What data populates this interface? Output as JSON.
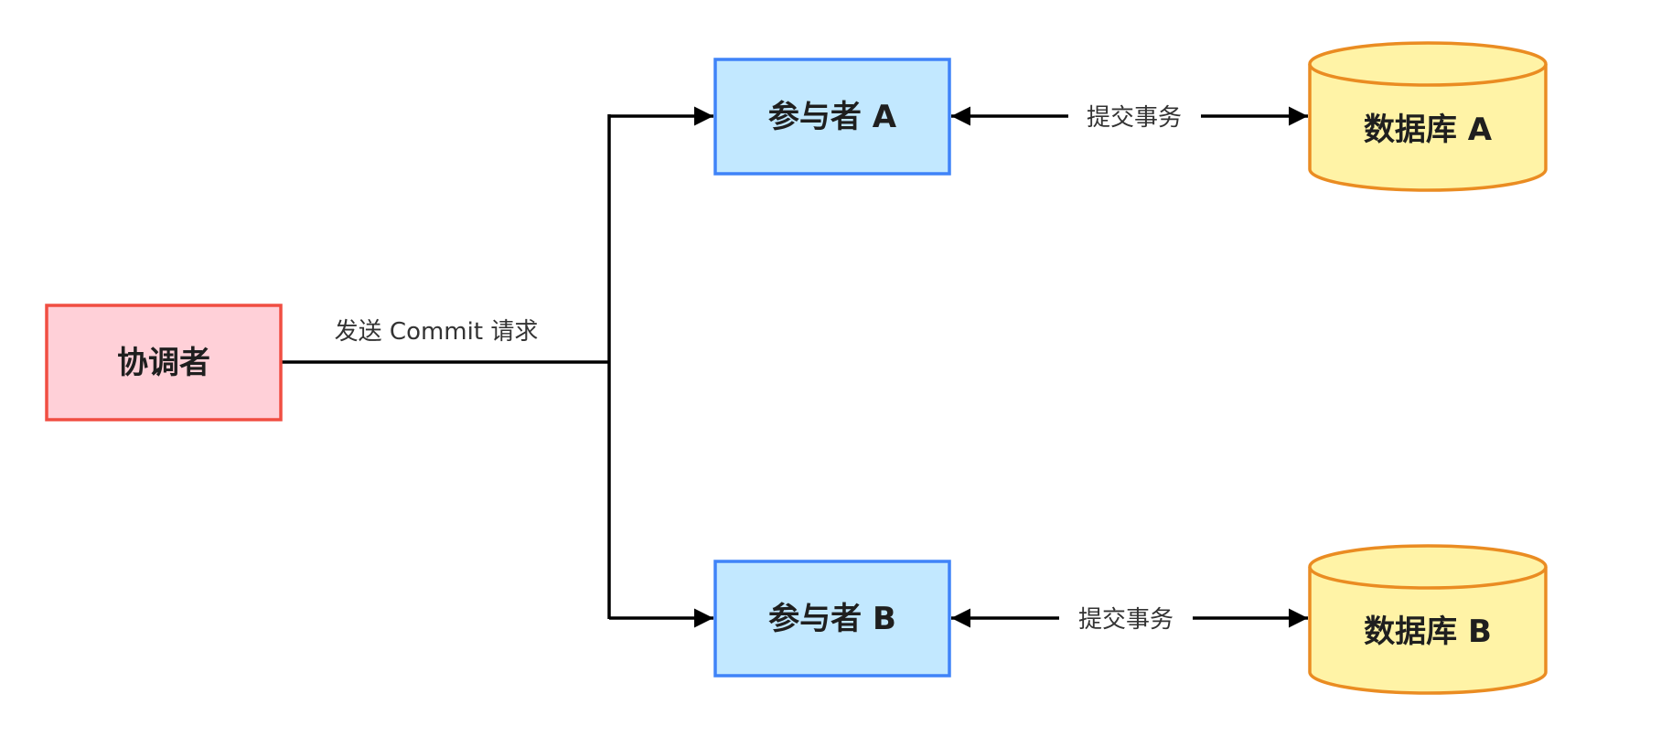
{
  "nodes": {
    "coordinator": {
      "label": "协调者",
      "fill": "#ffd0d8",
      "stroke": "#f04e42"
    },
    "participant_a": {
      "label": "参与者 A",
      "fill": "#c2e8ff",
      "stroke": "#3f83f8"
    },
    "participant_b": {
      "label": "参与者 B",
      "fill": "#c2e8ff",
      "stroke": "#3f83f8"
    },
    "database_a": {
      "label": "数据库 A",
      "fill": "#fff3a6",
      "stroke": "#ea8c22"
    },
    "database_b": {
      "label": "数据库 B",
      "fill": "#fff3a6",
      "stroke": "#ea8c22"
    }
  },
  "edges": {
    "commit_request": {
      "label": "发送 Commit 请求"
    },
    "commit_tx_a": {
      "label": "提交事务"
    },
    "commit_tx_b": {
      "label": "提交事务"
    }
  },
  "colors": {
    "line": "#000000",
    "background": "#ffffff"
  }
}
